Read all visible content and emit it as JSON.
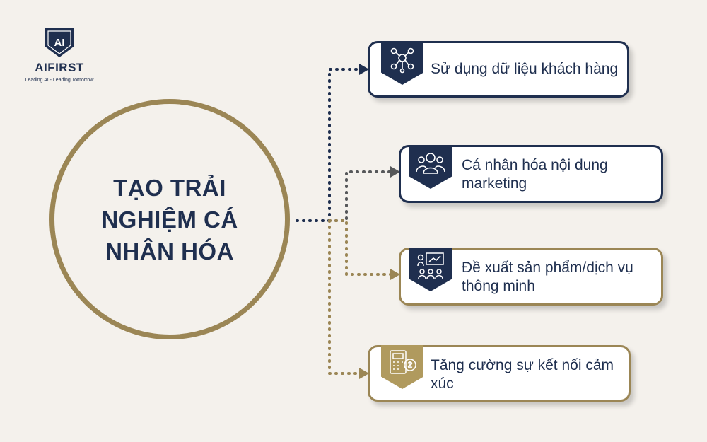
{
  "logo": {
    "mark": "AI",
    "name": "AIFIRST",
    "tagline": "Leading AI - Leading Tomorrow"
  },
  "center": {
    "title": "TẠO TRẢI NGHIỆM CÁ NHÂN HÓA"
  },
  "items": [
    {
      "label": "Sử dụng dữ liệu khách hàng",
      "icon": "customer-network-icon",
      "style": "navy"
    },
    {
      "label": "Cá nhân hóa nội dung marketing",
      "icon": "group-people-icon",
      "style": "navy"
    },
    {
      "label": "Đề xuất sản phẩm/dịch vụ thông minh",
      "icon": "presentation-audience-icon",
      "style": "gold-border-navy-badge"
    },
    {
      "label": "Tăng cường sự kết nối cảm xúc",
      "icon": "calculator-money-icon",
      "style": "gold"
    }
  ],
  "colors": {
    "navy": "#1f2f4f",
    "gold": "#9b8655",
    "background": "#f4f1ec"
  }
}
